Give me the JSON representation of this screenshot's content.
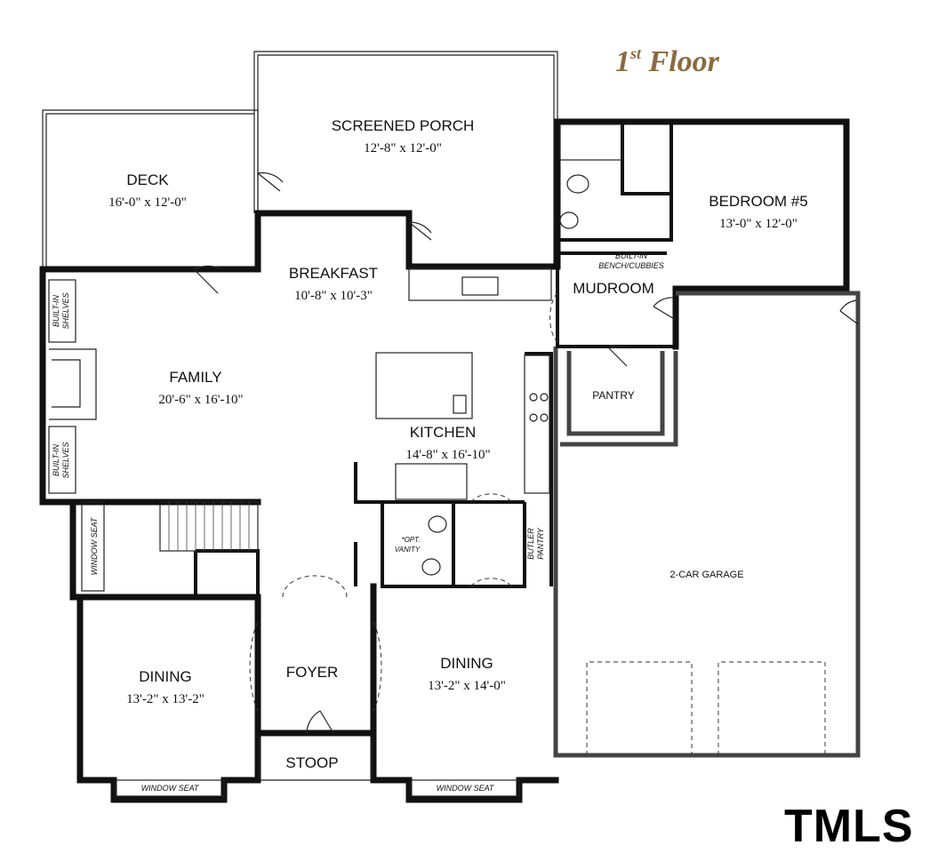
{
  "title": {
    "main": "1",
    "sup": "st",
    "rest": " Floor"
  },
  "logo": "TMLS",
  "rooms": {
    "deck": {
      "name": "DECK",
      "dims": "16'-0\" x 12'-0\""
    },
    "screened_porch": {
      "name": "SCREENED PORCH",
      "dims": "12'-8\" x 12'-0\""
    },
    "bedroom5": {
      "name": "BEDROOM #5",
      "dims": "13'-0\" x 12'-0\""
    },
    "breakfast": {
      "name": "BREAKFAST",
      "dims": "10'-8\" x 10'-3\""
    },
    "mudroom": {
      "name": "MUDROOM"
    },
    "family": {
      "name": "FAMILY",
      "dims": "20'-6\" x 16'-10\""
    },
    "pantry": {
      "name": "PANTRY"
    },
    "kitchen": {
      "name": "KITCHEN",
      "dims": "14'-8\" x 16'-10\""
    },
    "garage": {
      "name": "2-CAR GARAGE"
    },
    "dining_left": {
      "name": "DINING",
      "dims": "13'-2\" x 13'-2\""
    },
    "foyer": {
      "name": "FOYER"
    },
    "dining_right": {
      "name": "DINING",
      "dims": "13'-2\" x 14'-0\""
    },
    "stoop": {
      "name": "STOOP"
    }
  },
  "notes": {
    "built_in_bench_1": "BUILT-IN",
    "built_in_bench_2": "BENCH/CUBBIES",
    "built_in_shelves_top_1": "BUILT-IN",
    "built_in_shelves_top_2": "SHELVES",
    "built_in_shelves_bottom_1": "BUILT-IN",
    "built_in_shelves_bottom_2": "SHELVES",
    "window_seat_side": "WINDOW SEAT",
    "window_seat_left": "WINDOW SEAT",
    "window_seat_right": "WINDOW SEAT",
    "opt_vanity_1": "*OPT.",
    "opt_vanity_2": "VANITY",
    "butler_pantry_1": "BUTLER",
    "butler_pantry_2": "PANTRY"
  }
}
